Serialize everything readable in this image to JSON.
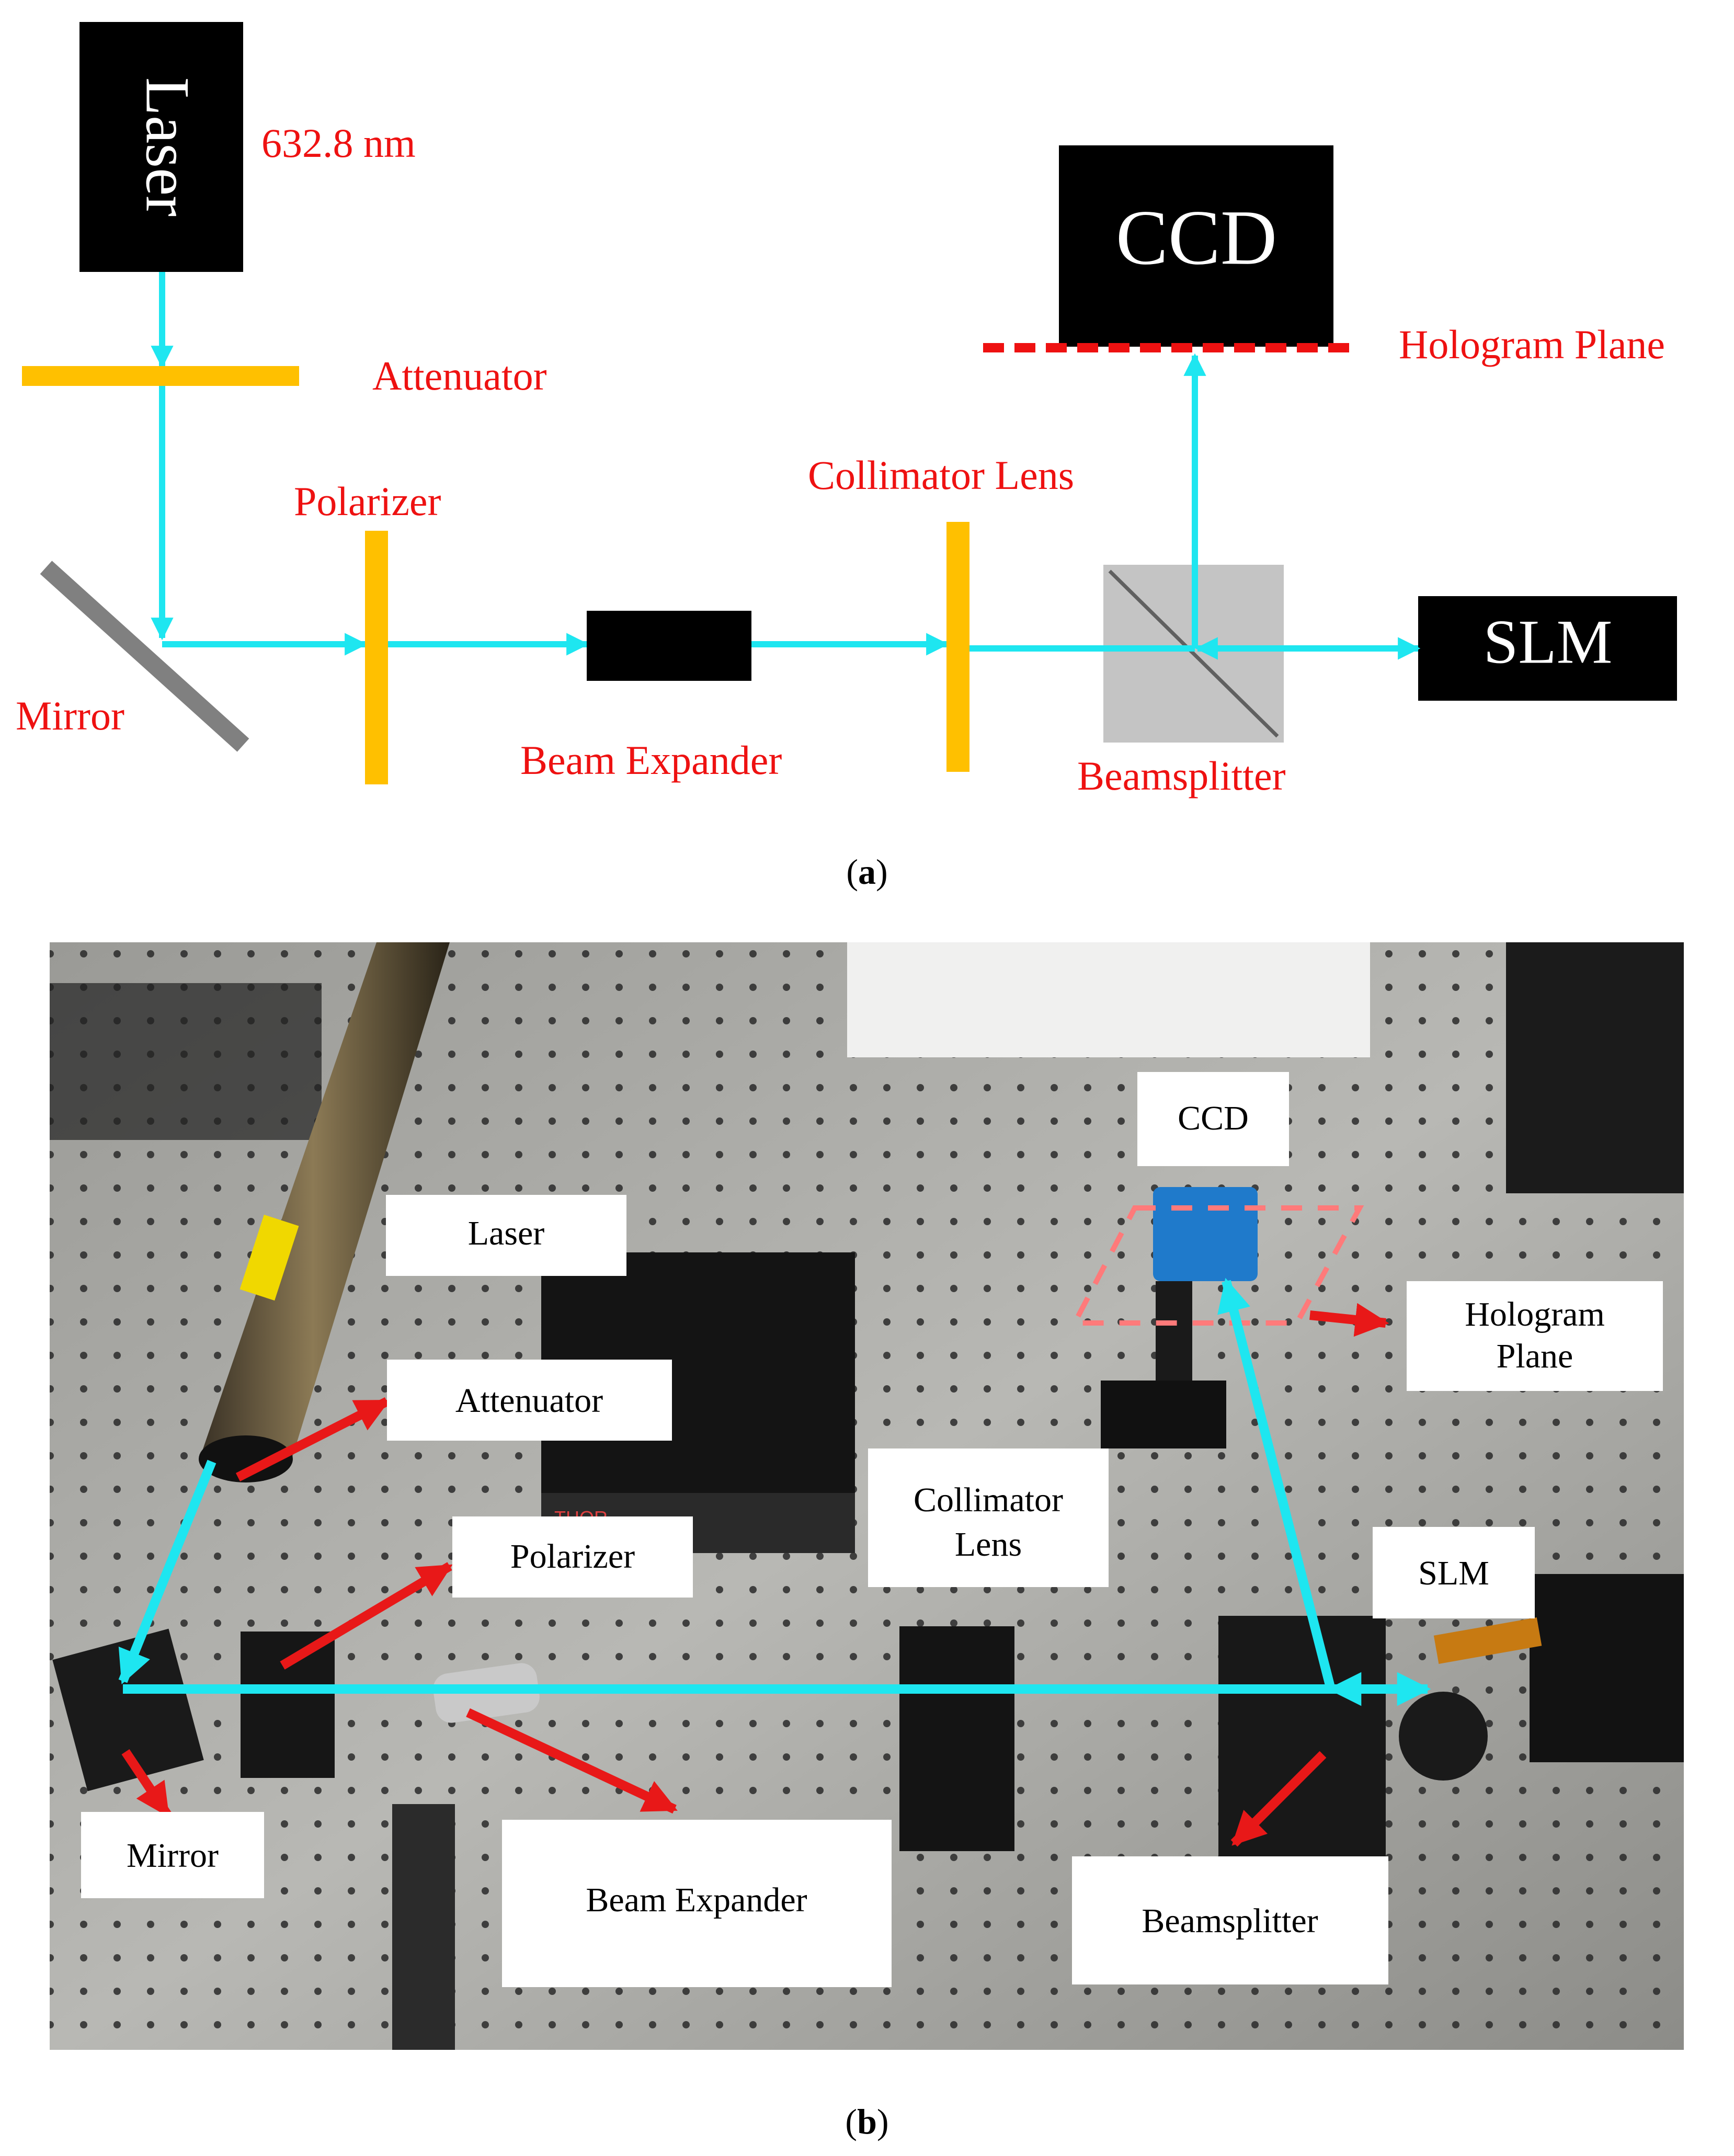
{
  "colors": {
    "beam": "#1EE6F0",
    "label": "#EE1111",
    "optic": "#FFC000",
    "block": "#000000",
    "mirror": "#808080",
    "splitter": "#C4C4C4",
    "hologram_line": "#EE1111"
  },
  "panel_a": {
    "caption": "(a)",
    "caption_letter": "a",
    "laser_label": "Laser",
    "wavelength": "632.8 nm",
    "attenuator_label": "Attenuator",
    "polarizer_label": "Polarizer",
    "mirror_label": "Mirror",
    "beam_expander_label": "Beam Expander",
    "collimator_label": "Collimator Lens",
    "beamsplitter_label": "Beamsplitter",
    "ccd_label": "CCD",
    "slm_label": "SLM",
    "hologram_label": "Hologram Plane"
  },
  "panel_b": {
    "caption": "(b)",
    "caption_letter": "b",
    "labels": {
      "ccd": "CCD",
      "laser": "Laser",
      "hologram_line1": "Hologram",
      "hologram_line2": "Plane",
      "attenuator": "Attenuator",
      "polarizer": "Polarizer",
      "collimator_line1": "Collimator",
      "collimator_line2": "Lens",
      "slm": "SLM",
      "mirror": "Mirror",
      "beam_expander": "Beam Expander",
      "beamsplitter": "Beamsplitter"
    },
    "photo_brand_text": "THOR"
  }
}
